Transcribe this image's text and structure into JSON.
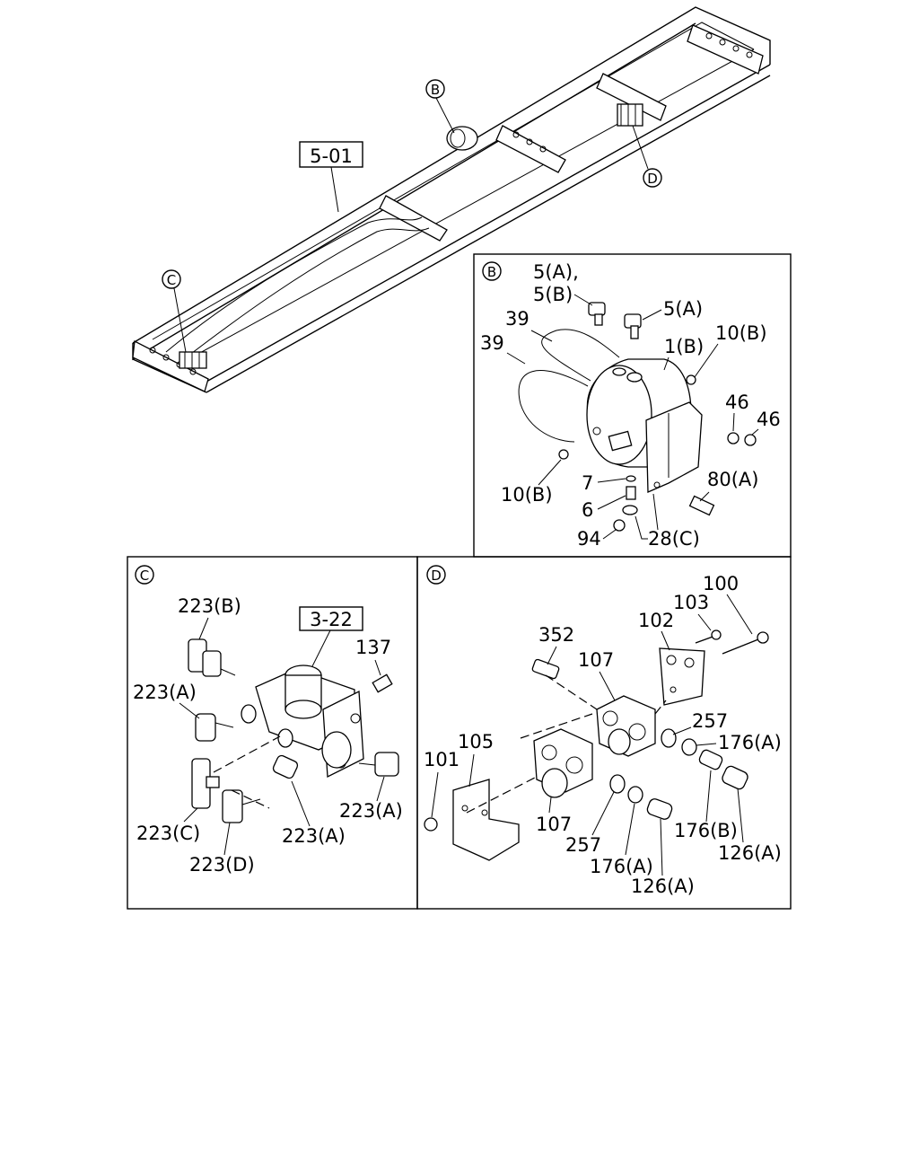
{
  "overview": {
    "frame_ref": "5-01",
    "markers": [
      "B",
      "C",
      "D"
    ]
  },
  "panel_b": {
    "marker": "B",
    "labels": {
      "l_5ab_a": "5(A),",
      "l_5ab_b": "5(B)",
      "l_5a": "5(A)",
      "l_39a": "39",
      "l_39b": "39",
      "l_1b": "1(B)",
      "l_10b_top": "10(B)",
      "l_46a": "46",
      "l_46b": "46",
      "l_10b_bot": "10(B)",
      "l_7": "7",
      "l_6": "6",
      "l_80a": "80(A)",
      "l_94": "94",
      "l_28c": "28(C)"
    }
  },
  "panel_c": {
    "marker": "C",
    "ref": "3-22",
    "labels": {
      "l_223b": "223(B)",
      "l_223a_1": "223(A)",
      "l_137": "137",
      "l_223a_2": "223(A)",
      "l_223c": "223(C)",
      "l_223a_3": "223(A)",
      "l_223d": "223(D)"
    }
  },
  "panel_d": {
    "marker": "D",
    "labels": {
      "l_100": "100",
      "l_103": "103",
      "l_102": "102",
      "l_352": "352",
      "l_107a": "107",
      "l_257a": "257",
      "l_176a_1": "176(A)",
      "l_101": "101",
      "l_105": "105",
      "l_107b": "107",
      "l_257b": "257",
      "l_176b": "176(B)",
      "l_176a_2": "176(A)",
      "l_126a_1": "126(A)",
      "l_126a_2": "126(A)"
    }
  }
}
